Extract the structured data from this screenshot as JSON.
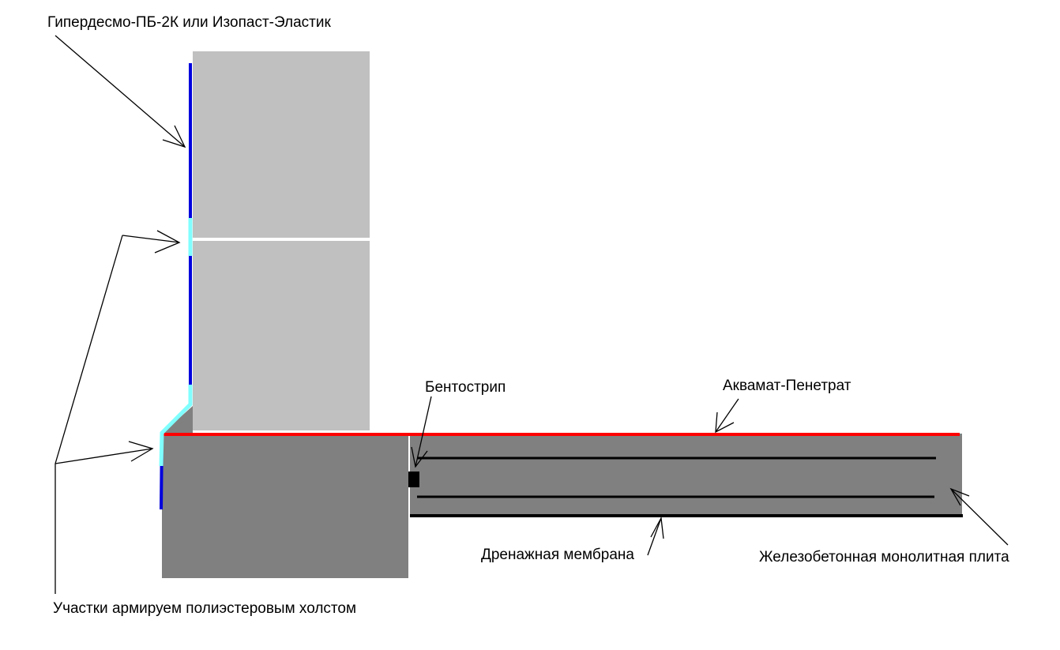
{
  "labels": {
    "waterproofing_coating": "Гипердесмо-ПБ-2К или Изопаст-Эластик",
    "bentostrip": "Бентострип",
    "penetrating_coating": "Аквамат-Пенетрат",
    "drainage_membrane": "Дренажная мембрана",
    "concrete_slab": "Железобетонная монолитная плита",
    "reinforcement_note": "Участки армируем полиэстеровым холстом"
  },
  "colors": {
    "wall_block": "#c0c0c0",
    "foundation": "#808080",
    "coating_blue": "#0000dd",
    "reinforce_cyan": "#80ffff",
    "penetrat_red": "#ff0000",
    "membrane_black": "#000000"
  }
}
